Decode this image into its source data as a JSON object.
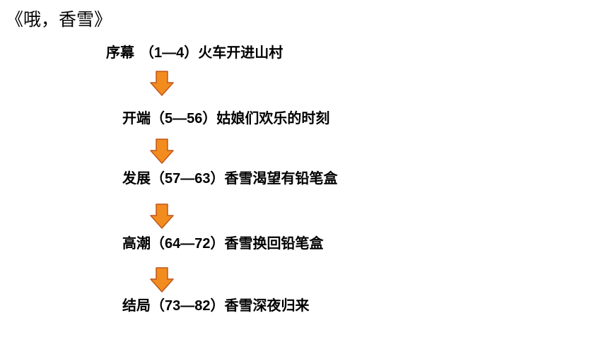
{
  "title": "《哦，香雪》",
  "steps": [
    {
      "name": "序幕",
      "range": "（1—4）",
      "desc": "火车开进山村"
    },
    {
      "name": "开端",
      "range": "（5—56）",
      "desc": "姑娘们欢乐的时刻"
    },
    {
      "name": "发展",
      "range": "（57—63）",
      "desc": "香雪渴望有铅笔盒"
    },
    {
      "name": "高潮",
      "range": "（64—72）",
      "desc": "香雪换回铅笔盒"
    },
    {
      "name": "结局",
      "range": "（73—82）",
      "desc": "香雪深夜归来"
    }
  ],
  "colors": {
    "arrow_fill": "#F28C1E",
    "arrow_stroke": "#C0561A"
  },
  "icons": {
    "arrow": "arrow-down-icon"
  }
}
